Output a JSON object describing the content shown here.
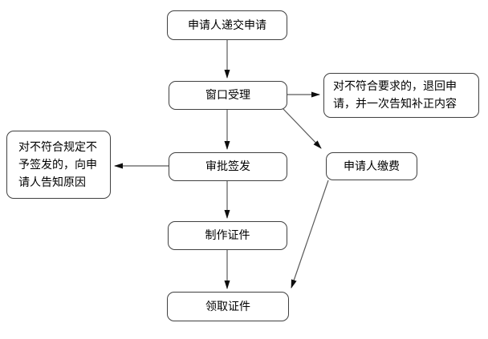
{
  "diagram": {
    "nodes": {
      "submit": {
        "label": "申请人递交申请"
      },
      "window_accept": {
        "label": "窗口受理"
      },
      "return_notice": {
        "label": "对不符合要求的，退回申\n请，并一次告知补正内容"
      },
      "approve_issue": {
        "label": "审批签发"
      },
      "refuse_notice": {
        "label": "对不符合规定不\n予签发的，向申\n请人告知原因"
      },
      "pay_fee": {
        "label": "申请人缴费"
      },
      "make_cert": {
        "label": "制作证件"
      },
      "collect_cert": {
        "label": "领取证件"
      }
    },
    "edges": [
      {
        "from": "submit",
        "to": "window_accept"
      },
      {
        "from": "window_accept",
        "to": "return_notice"
      },
      {
        "from": "window_accept",
        "to": "approve_issue"
      },
      {
        "from": "window_accept",
        "to": "pay_fee"
      },
      {
        "from": "approve_issue",
        "to": "refuse_notice"
      },
      {
        "from": "approve_issue",
        "to": "make_cert"
      },
      {
        "from": "make_cert",
        "to": "collect_cert"
      },
      {
        "from": "pay_fee",
        "to": "collect_cert"
      }
    ],
    "colors": {
      "node_border": "#404040",
      "node_fill": "#ffffff",
      "connector": "#595959",
      "arrowhead": "#0d0d0d",
      "background": "#ffffff"
    }
  }
}
